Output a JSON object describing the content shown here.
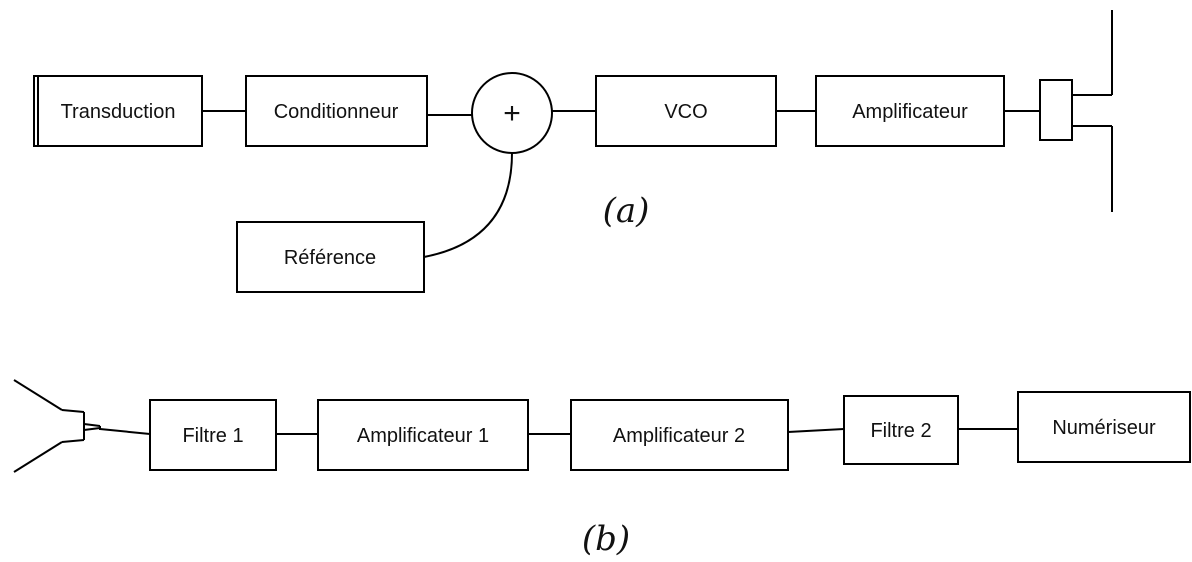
{
  "diagram_a": {
    "blocks": [
      "Transduction",
      "Conditionneur",
      "VCO",
      "Amplificateur",
      "Référence"
    ],
    "summer_symbol": "+",
    "caption": "(a)"
  },
  "diagram_b": {
    "blocks": [
      "Filtre 1",
      "Amplificateur 1",
      "Amplificateur 2",
      "Filtre 2",
      "Numériseur"
    ],
    "caption": "(b)"
  },
  "colors": {
    "line": "#000000",
    "background": "#ffffff"
  },
  "icons": {
    "a_output": "dipole-antenna-icon",
    "b_input": "horn-antenna-icon"
  }
}
